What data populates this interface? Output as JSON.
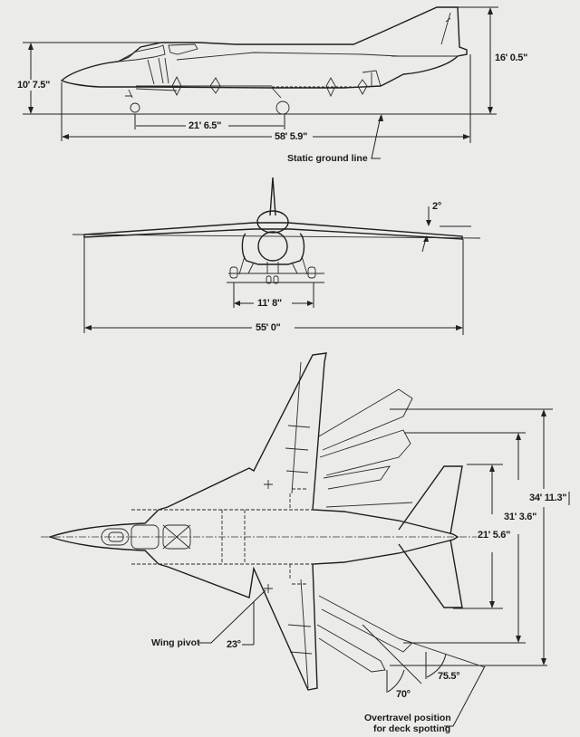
{
  "diagram": {
    "type": "aircraft three-view dimensional drawing",
    "views": [
      "side",
      "front",
      "plan"
    ],
    "colors": {
      "background": "#ebebea",
      "ink": "#1e1e1e"
    }
  },
  "side_view": {
    "overall_height": "16' 0.5\"",
    "fuselage_height": "10' 7.5\"",
    "wheelbase": "21' 6.5\"",
    "overall_length": "58' 5.9\"",
    "ground_line_label": "Static ground line"
  },
  "front_view": {
    "dihedral": "2°",
    "track": "11' 8\"",
    "span_extended": "55' 0\""
  },
  "plan_view": {
    "span_overtravel": "34' 11.3\"",
    "span_swept": "31' 3.6\"",
    "tailplane_span": "21' 5.6\"",
    "wing_pivot_label": "Wing pivot",
    "min_sweep": "23°",
    "max_sweep": "70°",
    "overtravel_sweep": "75.5°",
    "overtravel_label_line1": "Overtravel position",
    "overtravel_label_line2": "for deck spotting"
  }
}
